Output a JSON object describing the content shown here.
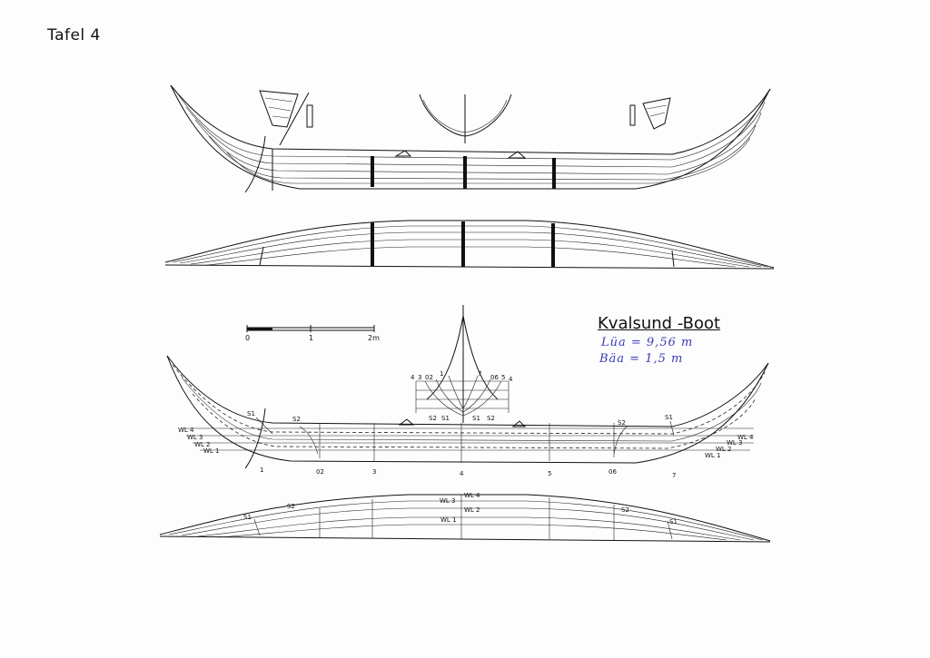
{
  "plate_label": "Tafel 4",
  "boat": {
    "title": "Kvalsund -Boot",
    "length_note": "Lüa = 9,56 m",
    "beam_note": "Bäa = 1,5 m"
  },
  "scale_bar": {
    "labels": [
      "0",
      "1",
      "2m"
    ]
  },
  "hull_sections": {
    "left_labels": [
      "4",
      "3",
      "02",
      "1"
    ],
    "right_labels": [
      "7",
      "06",
      "5",
      "4"
    ],
    "strake_labels": [
      "S2",
      "S1",
      "S1",
      "S2"
    ]
  },
  "lines_plan": {
    "waterlines_left": [
      "WL 4",
      "WL 3",
      "WL 2",
      "WL 1"
    ],
    "waterlines_right": [
      "WL 4",
      "WL 3",
      "WL 2",
      "WL 1"
    ],
    "strakes": [
      "S1",
      "S2",
      "S2",
      "S1"
    ],
    "stations": [
      "1",
      "02",
      "3",
      "4",
      "5",
      "06",
      "7"
    ]
  },
  "half_breadth_plan": {
    "waterlines": [
      "WL 4",
      "WL 3",
      "WL 2",
      "WL 1"
    ],
    "strakes": [
      "S1",
      "S2",
      "S2",
      "S1"
    ]
  }
}
